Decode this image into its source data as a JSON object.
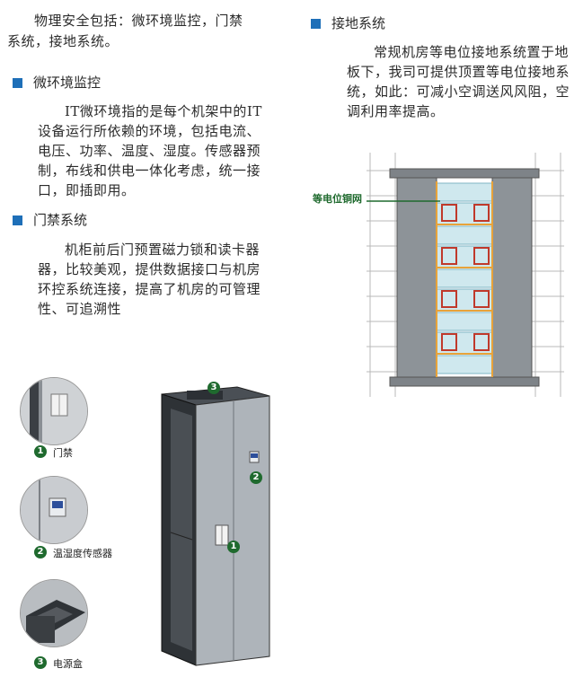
{
  "intro": {
    "line1": "物理安全包括：微环境监控，门禁",
    "line2": "系统，接地系统。"
  },
  "sections": {
    "micro_env": {
      "title": "微环境监控",
      "lines": [
        "IT微环境指的是每个机架中的IT",
        "设备运行所依赖的环境，包括电流、",
        "电压、功率、温度、湿度。传感器预",
        "制，布线和供电一体化考虑，统一接",
        "口，即插即用。"
      ]
    },
    "access": {
      "title": "门禁系统",
      "lines": [
        "机柜前后门预置磁力锁和读卡器",
        "器，比较美观，提供数据接口与机房",
        "环控系统连接，提高了机房的可管理",
        "性、可追溯性"
      ]
    },
    "grounding": {
      "title": "接地系统",
      "lines": [
        "常规机房等电位接地系统置于地",
        "板下，我司可提供顶置等电位接地系",
        "统，如此：可减小空调送风风阻，空",
        "调利用率提高。"
      ]
    }
  },
  "diagram": {
    "label": "等电位铜网"
  },
  "callouts": [
    {
      "num": "1",
      "caption": "门禁"
    },
    {
      "num": "2",
      "caption": "温湿度传感器"
    },
    {
      "num": "3",
      "caption": "电源盒"
    }
  ],
  "colors": {
    "accent_blue": "#1e6fb8",
    "accent_green": "#1f6a2e",
    "rail_orange": "#e8a33a",
    "tile_red": "#c0392b",
    "tile_cyan": "#cfe8ee"
  }
}
